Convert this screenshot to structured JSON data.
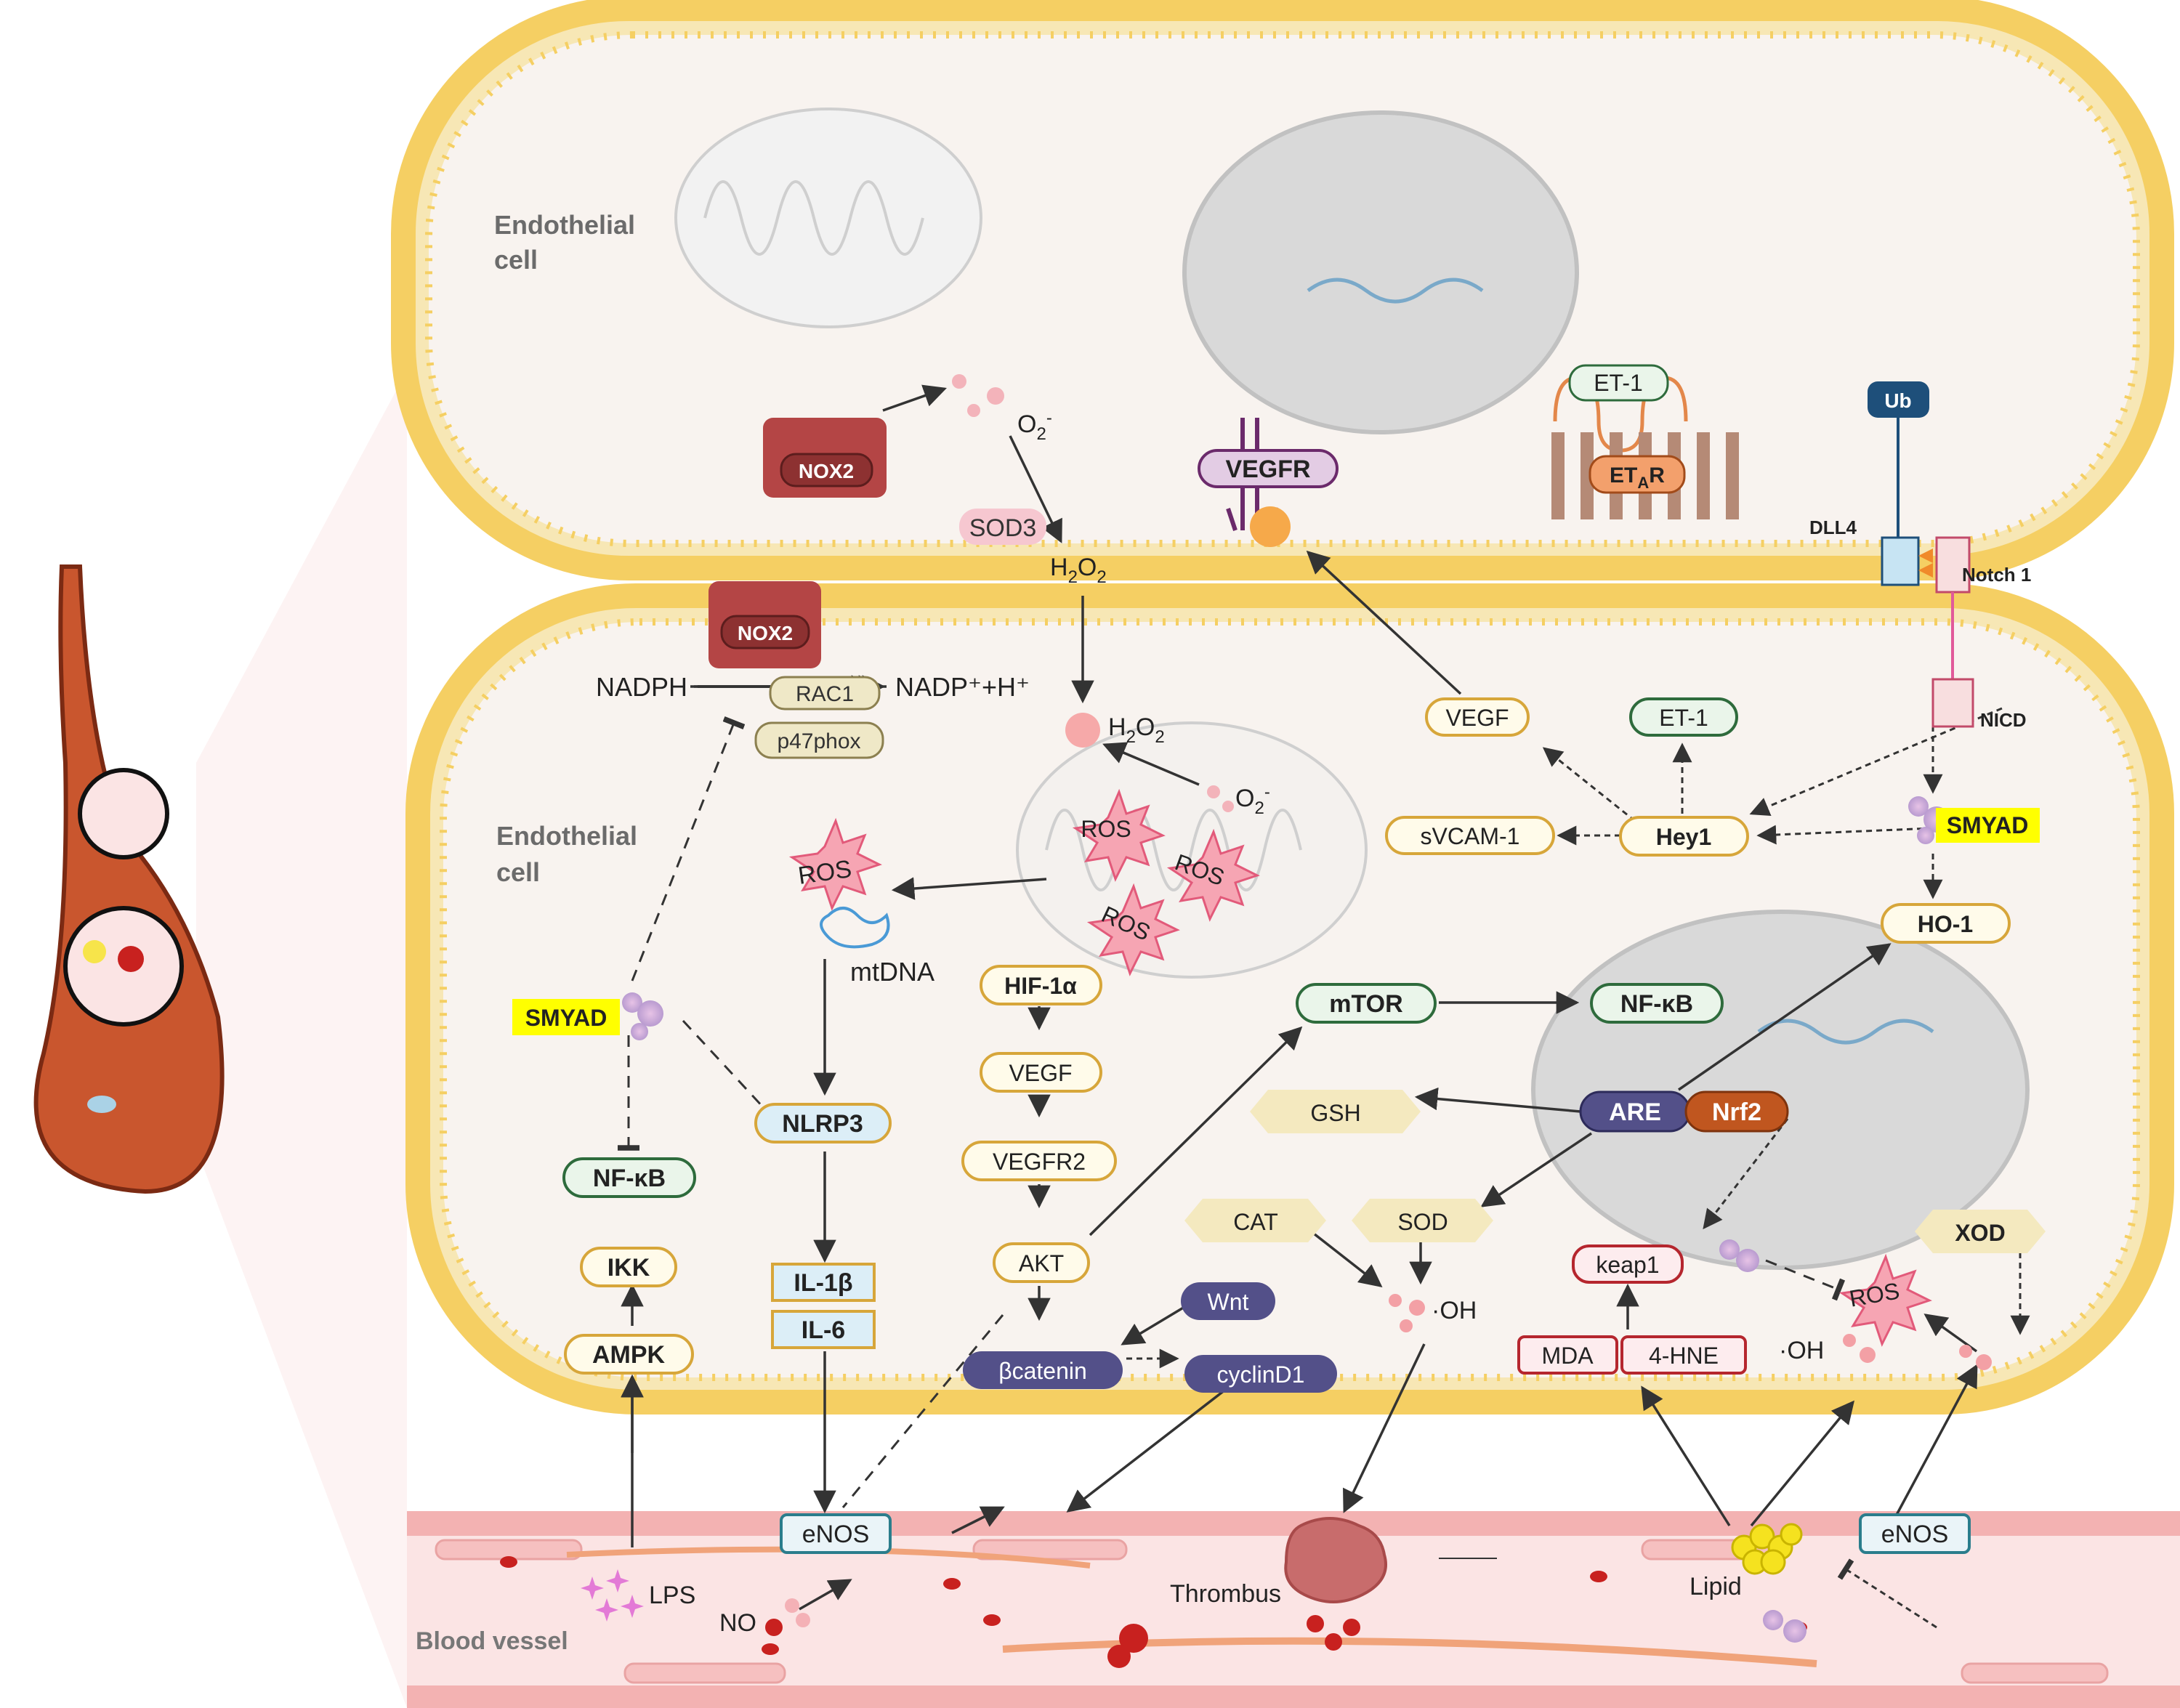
{
  "colors": {
    "membrane": "#f5cf63",
    "cytoplasm": "#f8f3ef",
    "pill_yellow_stroke": "#d7a63a",
    "pill_green_stroke": "#2e6b3c",
    "pill_blue_fill": "#dceef7",
    "pill_purple": "#535089",
    "nrf2": "#c0561f",
    "nox2": "#8d3131",
    "vegfr_fill": "#e3cce4",
    "highlight": "#ffff00",
    "vessel": "#f6c9c9",
    "blood": "#c8211f"
  },
  "cells": {
    "top_label_1": "Endothelial",
    "top_label_2": "cell",
    "bottom_label_1": "Endothelial",
    "bottom_label_2": "cell"
  },
  "vessel": {
    "label": "Blood vessel",
    "thrombus": "Thrombus",
    "lipid": "Lipid",
    "lps": "LPS",
    "no": "NO"
  },
  "membrane_proteins": {
    "nox2_top": "NOX2",
    "nox2_mid": "NOX2",
    "vegfr": "VEGFR",
    "et1": "ET-1",
    "etar_main": "ET",
    "etar_sub": "A",
    "etar_r": "R",
    "ub": "Ub",
    "dll4": "DLL4",
    "notch1": "Notch 1",
    "nicd": "NICD"
  },
  "molecules": {
    "o2": "O",
    "o2_sub": "2",
    "o2_sup": "-",
    "sod3": "SOD3",
    "h2o2_h": "H",
    "h2o2_2a": "2",
    "h2o2_o": "O",
    "h2o2_2b": "2",
    "nadph": "NADPH",
    "nadp": "NADP⁺+H⁺",
    "rac1": "RAC1",
    "p47": "p47phox",
    "ros": "ROS",
    "mtdna": "mtDNA",
    "oh": "·OH"
  },
  "nodes": {
    "vegf_r": "VEGF",
    "et1_r": "ET-1",
    "svcam": "sVCAM-1",
    "hey1": "Hey1",
    "smyad": "SMYAD",
    "ho1": "HO-1",
    "hif1a": "HIF-1α",
    "vegf_m": "VEGF",
    "vegfr2": "VEGFR2",
    "akt": "AKT",
    "mtor": "mTOR",
    "nfkb_r": "NF-κB",
    "gsh": "GSH",
    "are": "ARE",
    "nrf2": "Nrf2",
    "sod": "SOD",
    "cat": "CAT",
    "keap1": "keap1",
    "mda": "MDA",
    "hne": "4-HNE",
    "xod": "XOD",
    "wnt": "Wnt",
    "bcatenin": "βcatenin",
    "cyclind1": "cyclinD1",
    "nlrp3": "NLRP3",
    "il1b": "IL-1β",
    "il6": "IL-6",
    "nfkb_l": "NF-κB",
    "ikk": "IKK",
    "ampk": "AMPK",
    "smyad_l": "SMYAD",
    "enos_l": "eNOS",
    "enos_r": "eNOS"
  }
}
